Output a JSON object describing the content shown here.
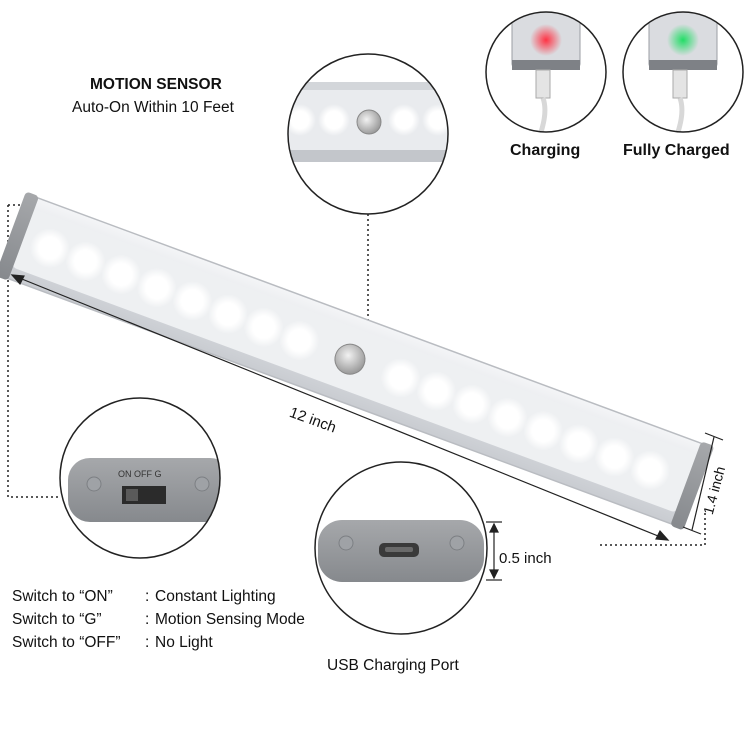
{
  "motion_sensor": {
    "title": "MOTION SENSOR",
    "subtitle": "Auto-On Within 10 Feet"
  },
  "indicators": {
    "charging_label": "Charging",
    "charging_color": "#e8384f",
    "charged_label": "Fully Charged",
    "charged_color": "#2ecc71"
  },
  "dimensions": {
    "length": "12 inch",
    "height": "1.4 inch",
    "thickness": "0.5 inch"
  },
  "switch_markings": "ON OFF G",
  "switch_modes": [
    {
      "setting": "Switch to “ON”",
      "separator": ":",
      "result": "Constant Lighting"
    },
    {
      "setting": "Switch to “G”",
      "separator": ":",
      "result": "Motion Sensing Mode"
    },
    {
      "setting": "Switch to “OFF”",
      "separator": ":",
      "result": "No Light"
    }
  ],
  "usb_port_label": "USB Charging Port",
  "colors": {
    "bar_body": "#dfe2e6",
    "endcap": "#9a9ea3",
    "led_glow": "#ffffff"
  }
}
